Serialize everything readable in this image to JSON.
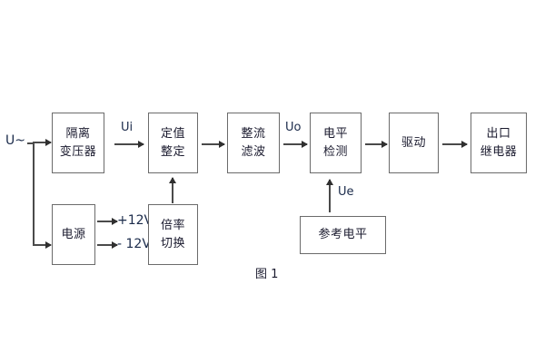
{
  "figure": {
    "caption": "图 1",
    "background_color": "#ffffff",
    "box_border_color": "#6b6b6b",
    "line_color": "#4a4a4a",
    "text_color": "#1a1a2e"
  },
  "blocks": [
    {
      "id": "isolation-transformer",
      "line1": "隔离",
      "line2": "变压器"
    },
    {
      "id": "power-supply",
      "line1": "电源",
      "line2": ""
    },
    {
      "id": "setting-value",
      "line1": "定值",
      "line2": "整定"
    },
    {
      "id": "multiplier-switch",
      "line1": "倍率",
      "line2": "切换"
    },
    {
      "id": "rectify-filter",
      "line1": "整流",
      "line2": "滤波"
    },
    {
      "id": "level-detect",
      "line1": "电平",
      "line2": "检测"
    },
    {
      "id": "reference-level",
      "line1": "参考电平",
      "line2": ""
    },
    {
      "id": "driver",
      "line1": "驱动",
      "line2": ""
    },
    {
      "id": "output-relay",
      "line1": "出口",
      "line2": "继电器"
    }
  ],
  "signals": {
    "input_source": "U~",
    "ui": "Ui",
    "uo": "Uo",
    "ue": "Ue",
    "rail_positive": "+12V",
    "rail_negative": "- 12V"
  }
}
